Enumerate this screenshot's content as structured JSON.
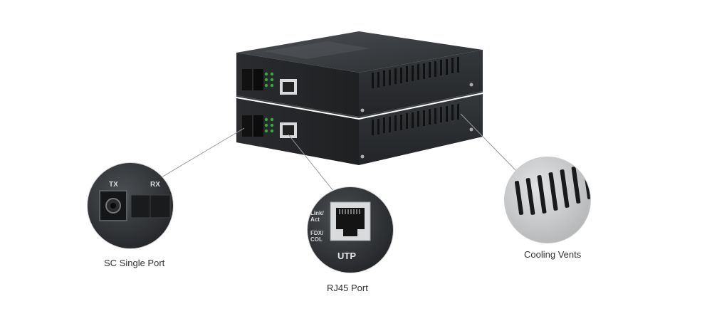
{
  "captions": {
    "sc_port": "SC Single Port",
    "rj45_port": "RJ45 Port",
    "cooling_vents": "Cooling Vents"
  },
  "zoom_labels": {
    "tx": "TX",
    "rx": "RX",
    "link_act": "Link/\nAct",
    "fdx_col": "FDX/\nCOL",
    "utp": "UTP"
  },
  "device": {
    "name": "fiber media converter (stacked pair)",
    "colors": {
      "body": "#2b2e31",
      "top": "#3a3d40",
      "led": "#2fae3a"
    }
  }
}
